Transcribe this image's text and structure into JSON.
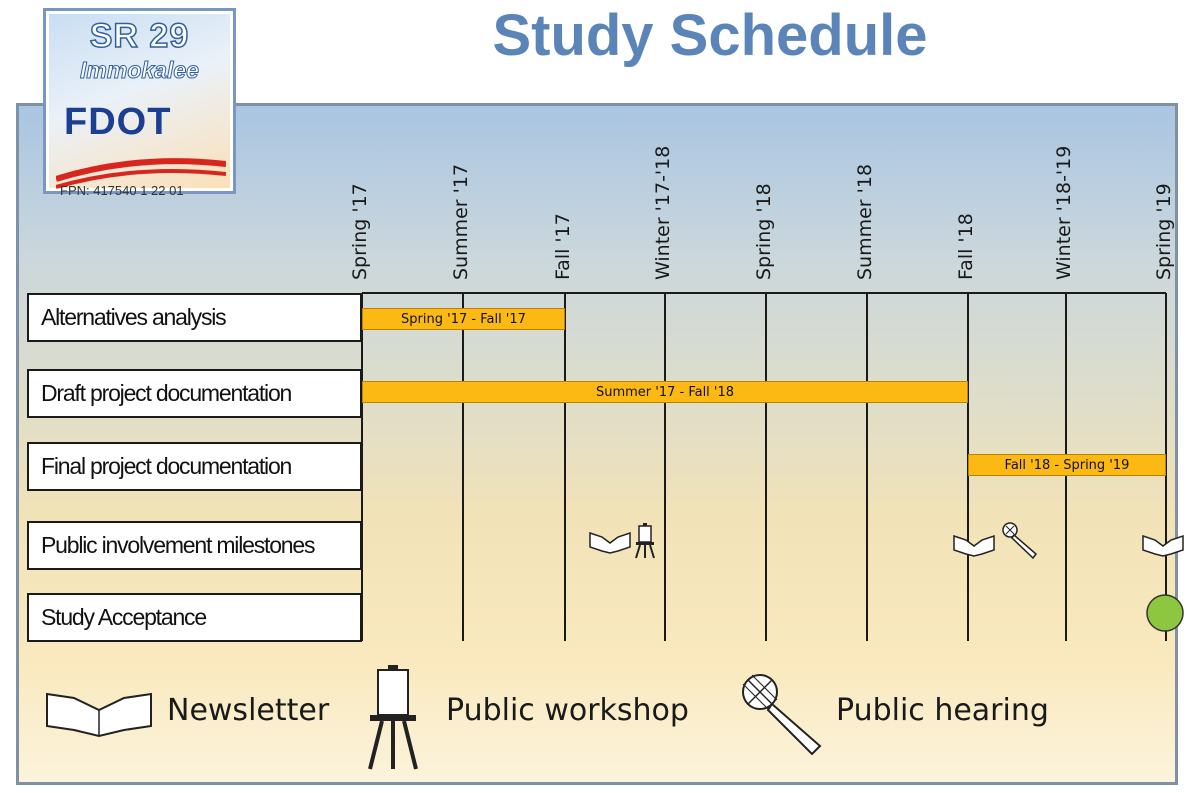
{
  "title": "Study Schedule",
  "logo": {
    "line1": "SR 29",
    "line2": "Immokalee",
    "line3": "FDOT"
  },
  "fpn": "FPN: 417540 1 22 01",
  "seasons": [
    "Spring '17",
    "Summer '17",
    "Fall '17",
    "Winter '17-'18",
    "Spring '18",
    "Summer '18",
    "Fall '18",
    "Winter '18-'19",
    "Spring '19"
  ],
  "rows": [
    {
      "label": "Alternatives analysis"
    },
    {
      "label": "Draft project documentation"
    },
    {
      "label": "Final project documentation"
    },
    {
      "label": "Public involvement milestones"
    },
    {
      "label": "Study Acceptance"
    }
  ],
  "bars": [
    {
      "label": "Spring '17 - Fall '17"
    },
    {
      "label": "Summer '17 - Fall '18"
    },
    {
      "label": "Fall '18 - Spring '19"
    }
  ],
  "legend": {
    "newsletter": "Newsletter",
    "workshop": "Public workshop",
    "hearing": "Public hearing"
  },
  "colors": {
    "title": "#5b84b8",
    "bar": "#fdb913",
    "acceptance_dot": "#8dc63f"
  }
}
